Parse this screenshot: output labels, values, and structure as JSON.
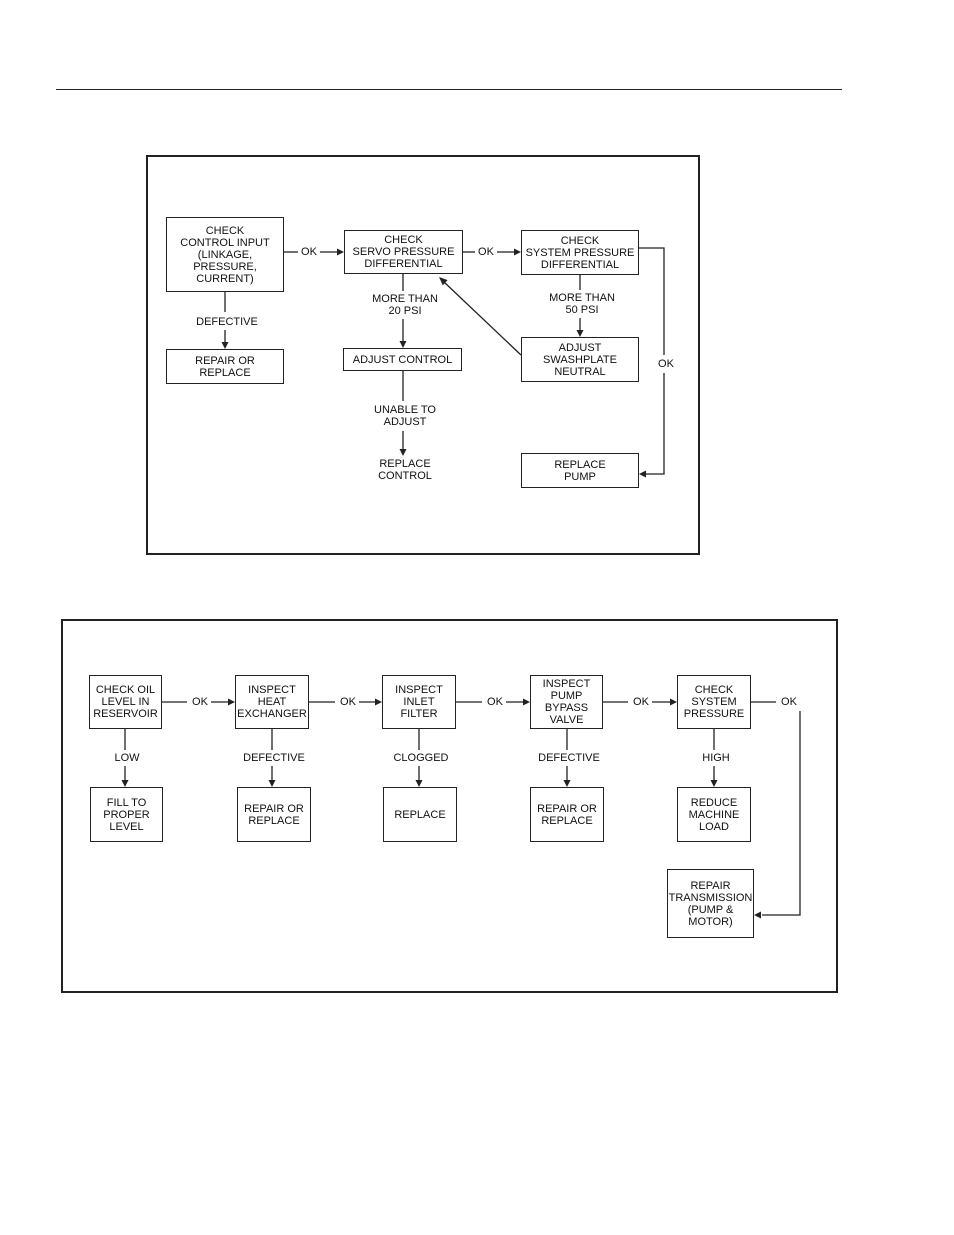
{
  "diagram1": {
    "boxes": {
      "check_control_input": "CHECK\nCONTROL INPUT\n(LINKAGE,\nPRESSURE,\nCURRENT)",
      "check_servo": "CHECK\nSERVO PRESSURE\nDIFFERENTIAL",
      "check_system": "CHECK\nSYSTEM PRESSURE\nDIFFERENTIAL",
      "repair_replace": "REPAIR OR\nREPLACE",
      "adjust_control": "ADJUST CONTROL",
      "adjust_swashplate": "ADJUST\nSWASHPLATE\nNEUTRAL",
      "replace_pump": "REPLACE\nPUMP"
    },
    "labels": {
      "ok1": "OK",
      "ok2": "OK",
      "ok3": "OK",
      "defective": "DEFECTIVE",
      "more_than_20": "MORE THAN\n20 PSI",
      "more_than_50": "MORE THAN\n50 PSI",
      "unable_to_adjust": "UNABLE TO\nADJUST",
      "replace_control": "REPLACE\nCONTROL"
    }
  },
  "diagram2": {
    "boxes": {
      "check_oil": "CHECK OIL\nLEVEL IN\nRESERVOIR",
      "inspect_heat": "INSPECT\nHEAT\nEXCHANGER",
      "inspect_inlet": "INSPECT\nINLET\nFILTER",
      "inspect_pump": "INSPECT\nPUMP\nBYPASS\nVALVE",
      "check_system": "CHECK\nSYSTEM\nPRESSURE",
      "fill": "FILL TO\nPROPER\nLEVEL",
      "repair1": "REPAIR OR\nREPLACE",
      "replace": "REPLACE",
      "repair2": "REPAIR OR\nREPLACE",
      "reduce": "REDUCE\nMACHINE\nLOAD",
      "repair_transmission": "REPAIR\nTRANSMISSION\n(PUMP &\nMOTOR)"
    },
    "labels": {
      "ok1": "OK",
      "ok2": "OK",
      "ok3": "OK",
      "ok4": "OK",
      "ok5": "OK",
      "low": "LOW",
      "defective1": "DEFECTIVE",
      "clogged": "CLOGGED",
      "defective2": "DEFECTIVE",
      "high": "HIGH"
    }
  }
}
